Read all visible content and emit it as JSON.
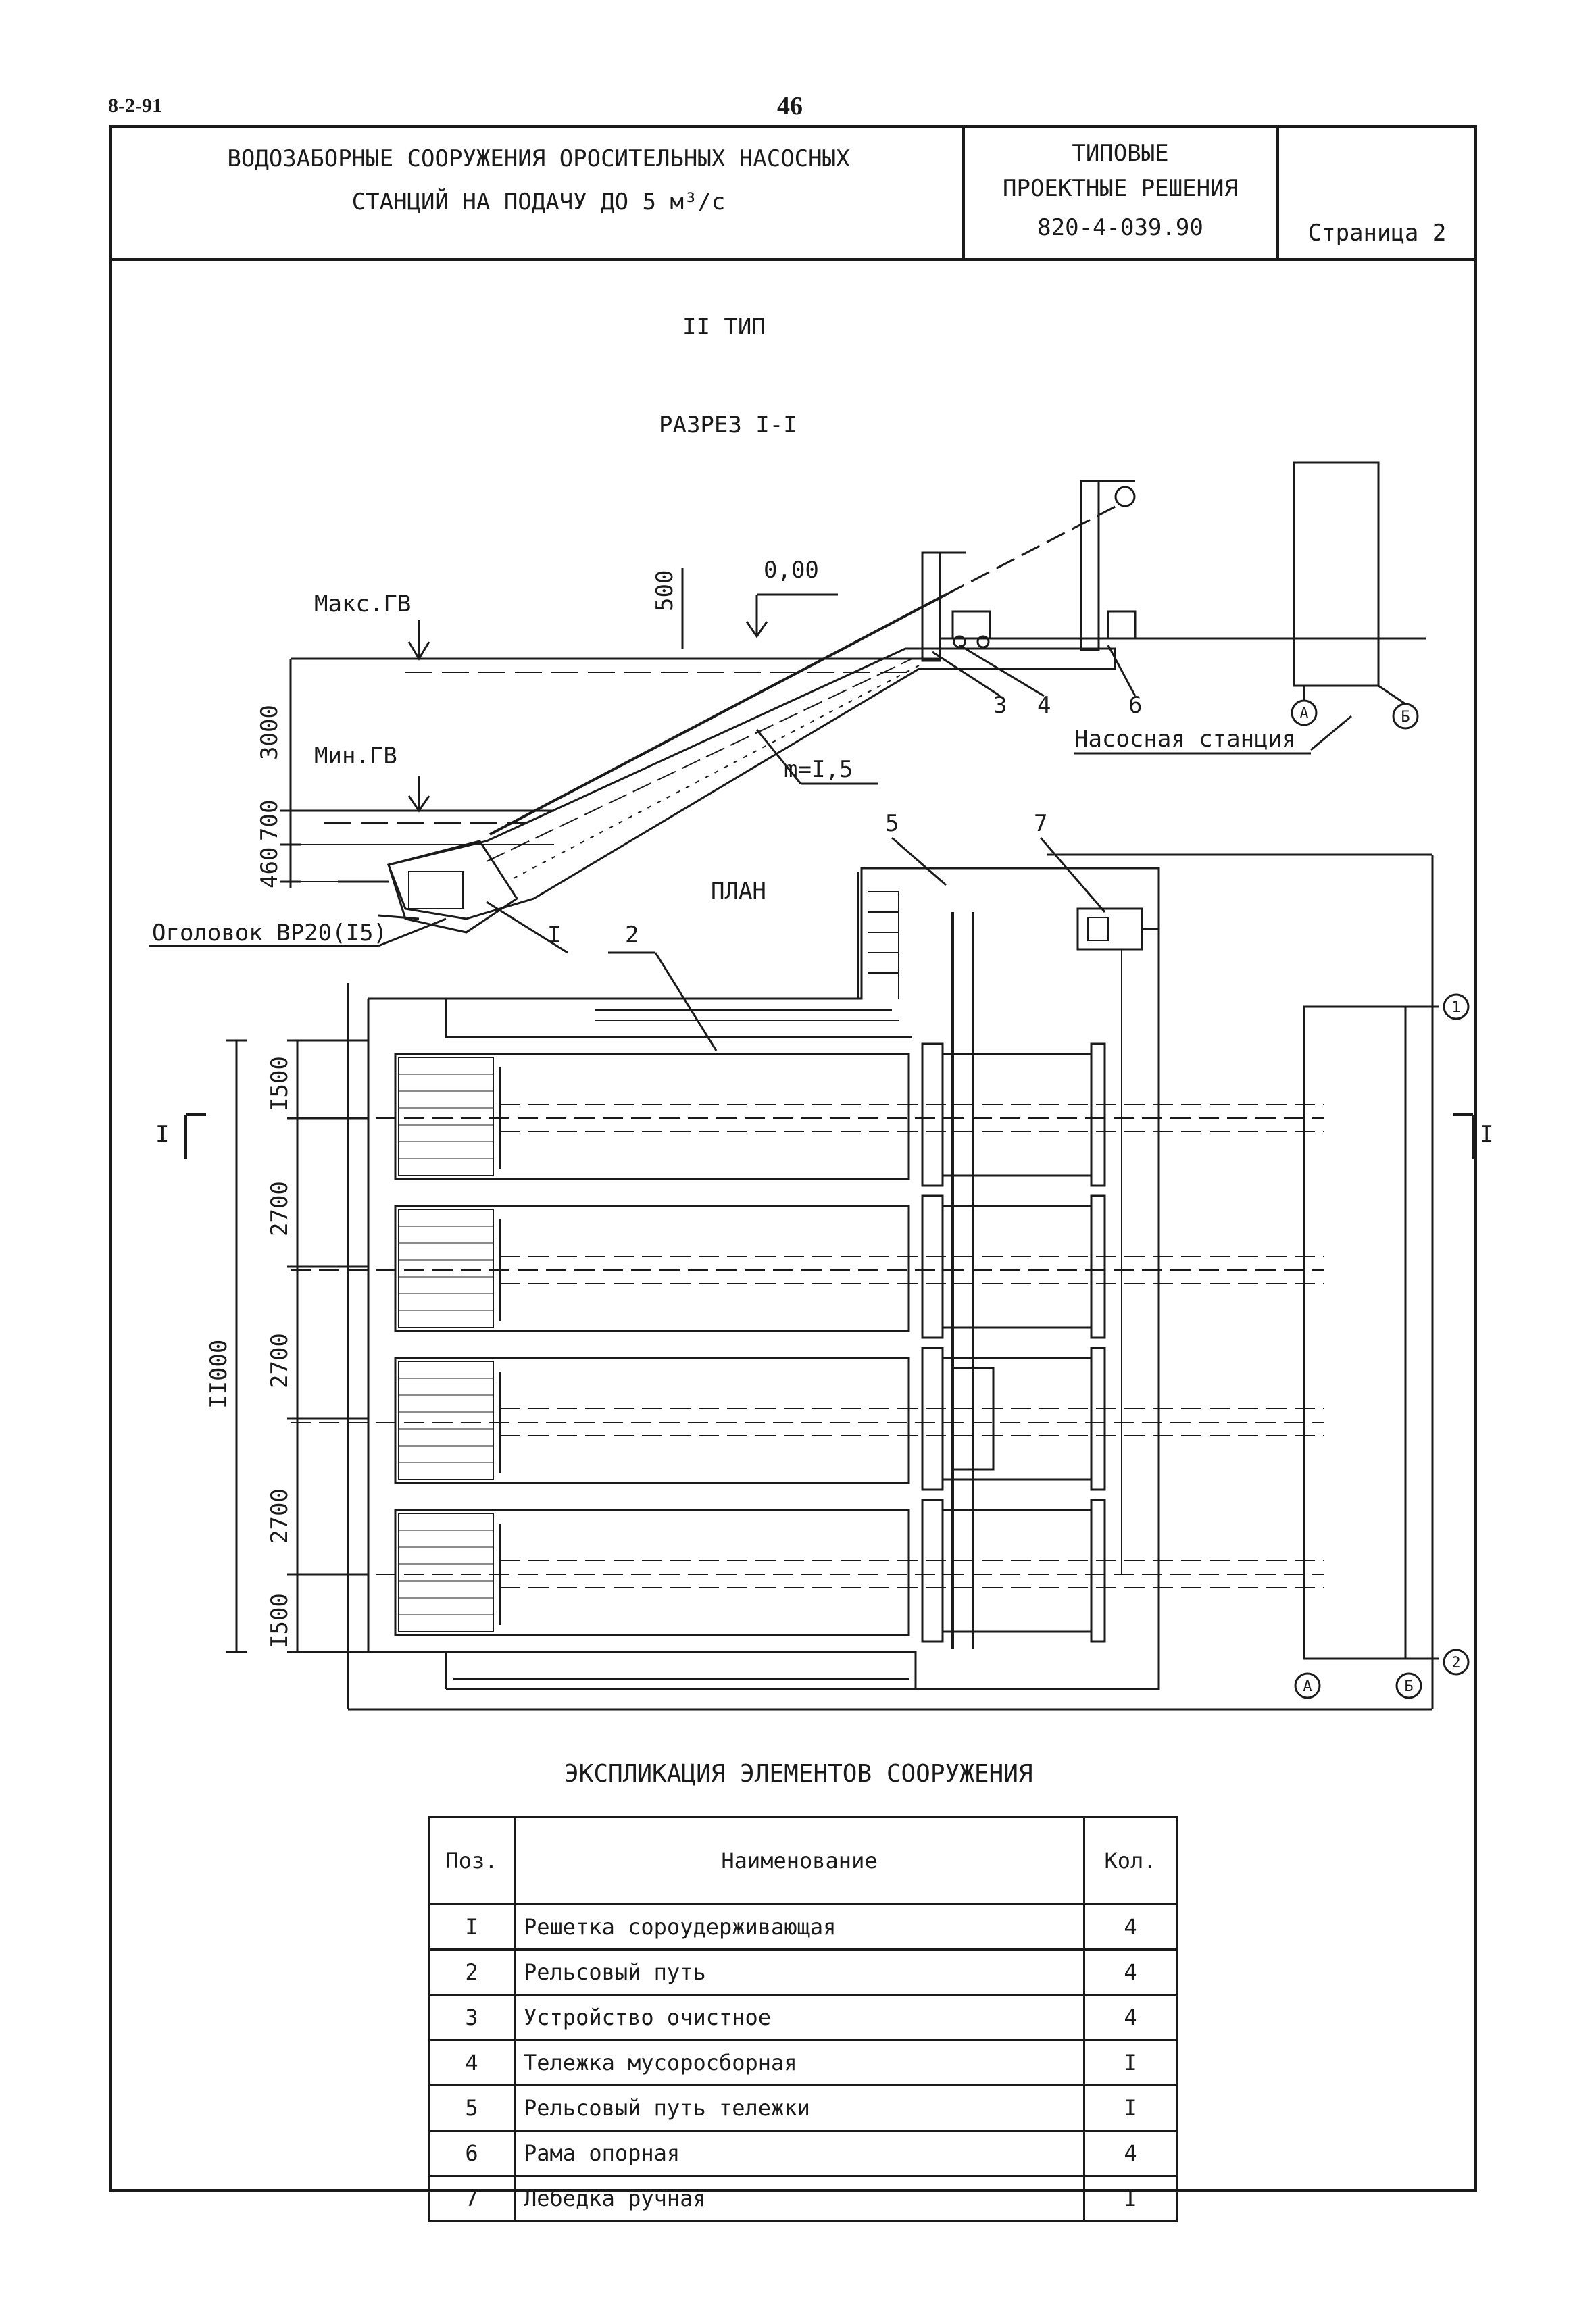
{
  "header": {
    "doc_code": "8-2-91",
    "page_number": "46",
    "title_line1": "ВОДОЗАБОРНЫЕ СООРУЖЕНИЯ ОРОСИТЕЛЬНЫХ НАСОСНЫХ",
    "title_line2": "СТАНЦИЙ НА ПОДАЧУ ДО 5 м³/с",
    "standard_line1": "ТИПОВЫЕ",
    "standard_line2": "ПРОЕКТНЫЕ РЕШЕНИЯ",
    "standard_code": "820-4-039.90",
    "sheet_label": "Страница  2"
  },
  "drawing": {
    "type_label": "II ТИП",
    "section_label": "РАЗРЕЗ I-I",
    "plan_label": "ПЛАН",
    "max_level": "Макс.ГВ",
    "min_level": "Мин.ГВ",
    "zero_mark": "0,00",
    "dim_500": "500",
    "dim_3000": "3000",
    "dim_700": "700",
    "dim_460": "460",
    "slope": "m=I,5",
    "intake_head": "Оголовок ВР20(I5)",
    "pump_station": "Насосная станция",
    "axis_a": "А",
    "axis_b": "Б",
    "axis_1": "1",
    "axis_2": "2",
    "callout_1": "I",
    "callout_2": "2",
    "callout_3": "3",
    "callout_4": "4",
    "callout_5": "5",
    "callout_6": "6",
    "callout_7": "7",
    "cut_mark": "I",
    "dim_total": "II000",
    "dim_1500_top": "I500",
    "dim_2700_a": "2700",
    "dim_2700_b": "2700",
    "dim_2700_c": "2700",
    "dim_1500_bottom": "I500"
  },
  "spec": {
    "caption": "ЭКСПЛИКАЦИЯ ЭЛЕМЕНТОВ СООРУЖЕНИЯ",
    "headers": {
      "pos": "Поз.",
      "name": "Наименование",
      "qty": "Кол."
    },
    "rows": [
      {
        "pos": "I",
        "name": "Решетка сороудерживающая",
        "qty": "4"
      },
      {
        "pos": "2",
        "name": "Рельсовый путь",
        "qty": "4"
      },
      {
        "pos": "3",
        "name": "Устройство очистное",
        "qty": "4"
      },
      {
        "pos": "4",
        "name": "Тележка мусоросборная",
        "qty": "I"
      },
      {
        "pos": "5",
        "name": "Рельсовый путь тележки",
        "qty": "I"
      },
      {
        "pos": "6",
        "name": "Рама опорная",
        "qty": "4"
      },
      {
        "pos": "7",
        "name": "Лебедка ручная",
        "qty": "I"
      }
    ]
  }
}
